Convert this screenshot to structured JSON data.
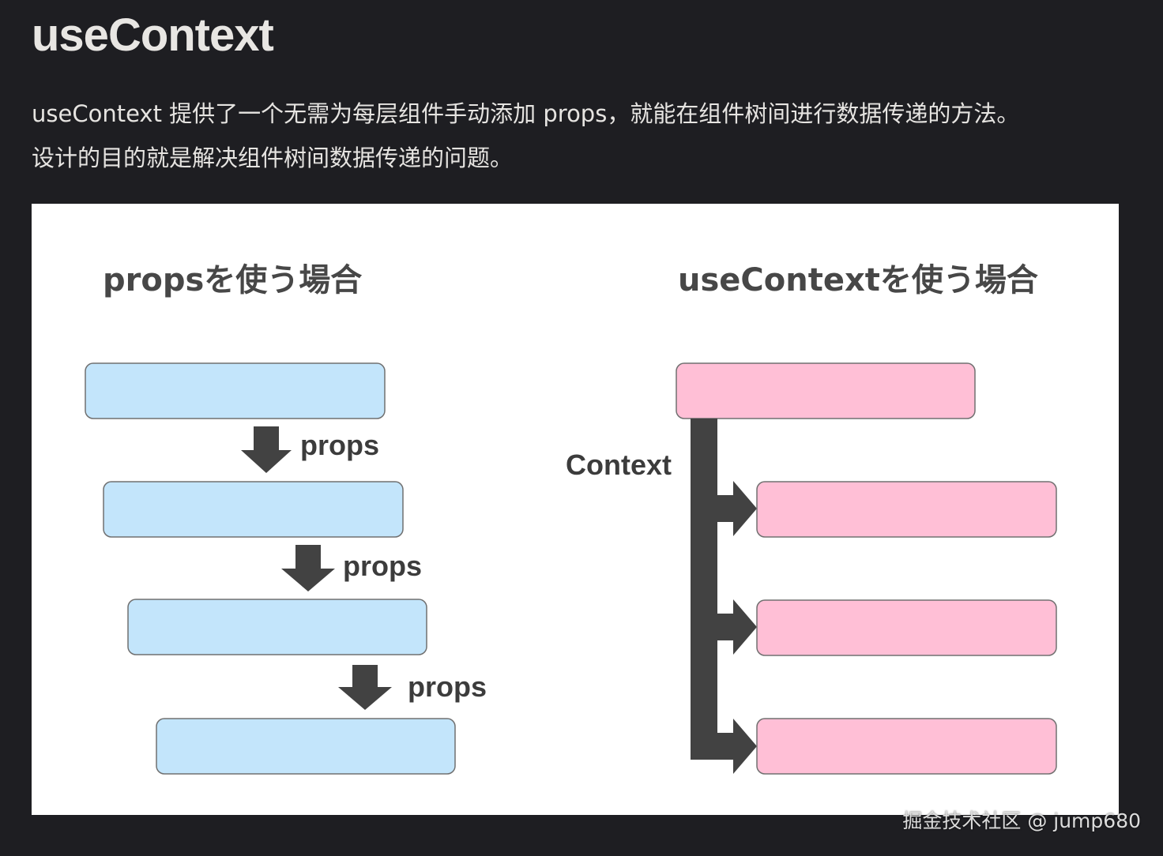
{
  "page": {
    "title": "useContext",
    "intro_lines": [
      "useContext 提供了一个无需为每层组件手动添加 props，就能在组件树间进行数据传递的方法。",
      "设计的目的就是解决组件树间数据传递的问题。"
    ]
  },
  "diagram": {
    "left": {
      "title": "propsを使う場合",
      "arrow_labels": [
        "props",
        "props",
        "props"
      ],
      "box_color": "#c3e5fb"
    },
    "right": {
      "title": "useContextを使う場合",
      "context_label": "Context",
      "box_color": "#ffbfd6"
    },
    "arrow_color": "#424242"
  },
  "watermark": "掘金技术社区 @ jump680"
}
